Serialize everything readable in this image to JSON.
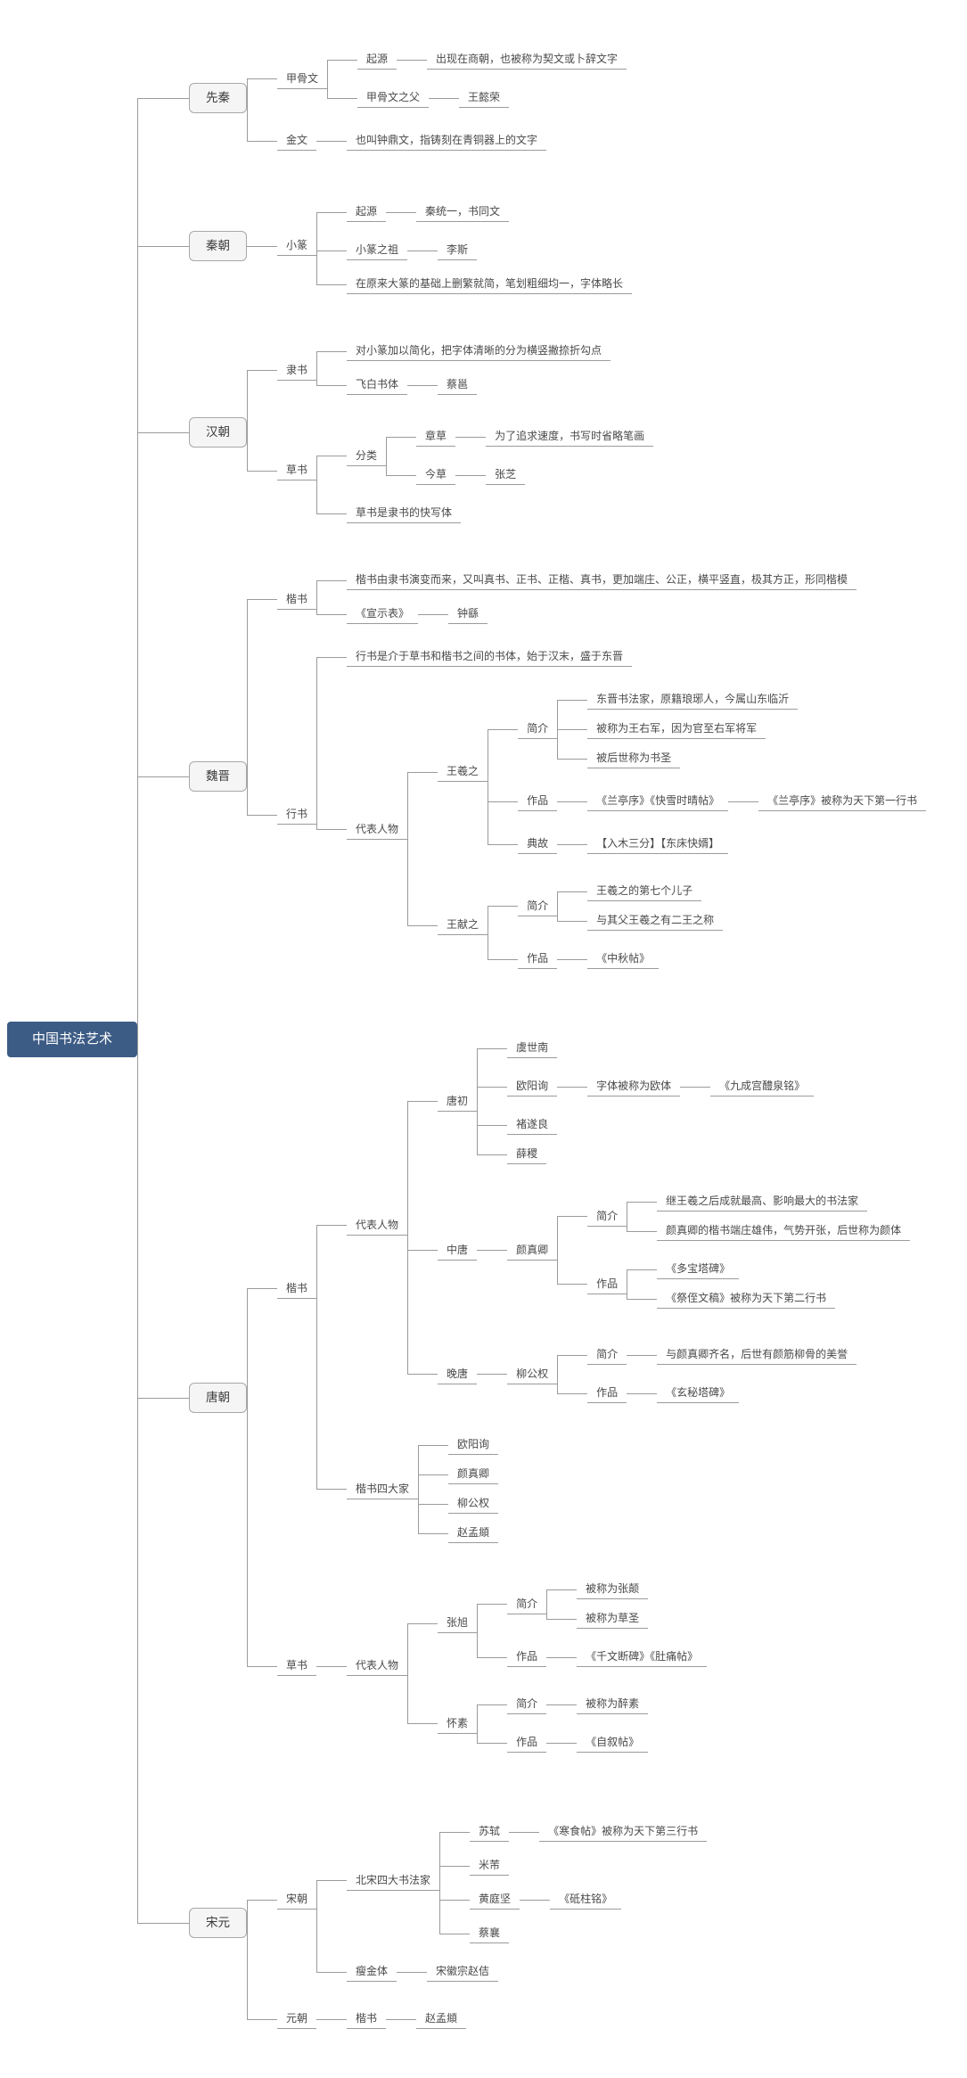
{
  "colors": {
    "root_bg": "#3d5c85",
    "root_text": "#ffffff",
    "period_bg": "#f5f5f5",
    "period_border": "#a8a8a8",
    "line": "#9b9b9b",
    "text": "#4a4a4a"
  },
  "root": {
    "label": "中国书法艺术",
    "style": "root",
    "children": [
      {
        "label": "先秦",
        "style": "period",
        "children": [
          {
            "label": "甲骨文",
            "children": [
              {
                "label": "起源",
                "children": [
                  {
                    "label": "出现在商朝，也被称为契文或卜辞文字"
                  }
                ]
              },
              {
                "label": "甲骨文之父",
                "children": [
                  {
                    "label": "王懿荣"
                  }
                ]
              }
            ]
          },
          {
            "label": "金文",
            "children": [
              {
                "label": "也叫钟鼎文，指铸刻在青铜器上的文字"
              }
            ]
          }
        ]
      },
      {
        "label": "秦朝",
        "style": "period",
        "children": [
          {
            "label": "小篆",
            "children": [
              {
                "label": "起源",
                "children": [
                  {
                    "label": "秦统一，书同文"
                  }
                ]
              },
              {
                "label": "小篆之祖",
                "children": [
                  {
                    "label": "李斯"
                  }
                ]
              },
              {
                "label": "在原来大篆的基础上删繁就简，笔划粗细均一，字体略长"
              }
            ]
          }
        ]
      },
      {
        "label": "汉朝",
        "style": "period",
        "children": [
          {
            "label": "隶书",
            "children": [
              {
                "label": "对小篆加以简化，把字体清晰的分为横竖撇捺折勾点"
              },
              {
                "label": "飞白书体",
                "children": [
                  {
                    "label": "蔡邕"
                  }
                ]
              }
            ]
          },
          {
            "label": "草书",
            "children": [
              {
                "label": "分类",
                "children": [
                  {
                    "label": "章草",
                    "children": [
                      {
                        "label": "为了追求速度，书写时省略笔画"
                      }
                    ]
                  },
                  {
                    "label": "今草",
                    "children": [
                      {
                        "label": "张芝"
                      }
                    ]
                  }
                ]
              },
              {
                "label": "草书是隶书的快写体"
              }
            ]
          }
        ]
      },
      {
        "label": "魏晋",
        "style": "period",
        "children": [
          {
            "label": "楷书",
            "children": [
              {
                "label": "楷书由隶书演变而来，又叫真书、正书、正楷、真书，更加端庄、公正，横平竖直，极其方正，形同楷模"
              },
              {
                "label": "《宣示表》",
                "children": [
                  {
                    "label": "钟繇"
                  }
                ]
              }
            ]
          },
          {
            "label": "行书",
            "children": [
              {
                "label": "行书是介于草书和楷书之间的书体，始于汉末，盛于东晋"
              },
              {
                "label": "代表人物",
                "children": [
                  {
                    "label": "王羲之",
                    "children": [
                      {
                        "label": "简介",
                        "children": [
                          {
                            "label": "东晋书法家，原籍琅琊人，今属山东临沂"
                          },
                          {
                            "label": "被称为王右军，因为官至右军将军"
                          },
                          {
                            "label": "被后世称为书圣"
                          }
                        ]
                      },
                      {
                        "label": "作品",
                        "children": [
                          {
                            "label": "《兰亭序》《快雪时晴帖》",
                            "children": [
                              {
                                "label": "《兰亭序》被称为天下第一行书"
                              }
                            ]
                          }
                        ]
                      },
                      {
                        "label": "典故",
                        "children": [
                          {
                            "label": "【入木三分】【东床快婿】"
                          }
                        ]
                      }
                    ]
                  },
                  {
                    "label": "王献之",
                    "children": [
                      {
                        "label": "简介",
                        "children": [
                          {
                            "label": "王羲之的第七个儿子"
                          },
                          {
                            "label": "与其父王羲之有二王之称"
                          }
                        ]
                      },
                      {
                        "label": "作品",
                        "children": [
                          {
                            "label": "《中秋帖》"
                          }
                        ]
                      }
                    ]
                  }
                ]
              }
            ]
          }
        ]
      },
      {
        "label": "唐朝",
        "style": "period",
        "children": [
          {
            "label": "楷书",
            "children": [
              {
                "label": "代表人物",
                "children": [
                  {
                    "label": "唐初",
                    "children": [
                      {
                        "label": "虞世南"
                      },
                      {
                        "label": "欧阳询",
                        "children": [
                          {
                            "label": "字体被称为欧体",
                            "children": [
                              {
                                "label": "《九成宫醴泉铭》"
                              }
                            ]
                          }
                        ]
                      },
                      {
                        "label": "褚遂良"
                      },
                      {
                        "label": "薛稷"
                      }
                    ]
                  },
                  {
                    "label": "中唐",
                    "children": [
                      {
                        "label": "颜真卿",
                        "children": [
                          {
                            "label": "简介",
                            "children": [
                              {
                                "label": "继王羲之后成就最高、影响最大的书法家"
                              },
                              {
                                "label": "颜真卿的楷书端庄雄伟，气势开张，后世称为颜体"
                              }
                            ]
                          },
                          {
                            "label": "作品",
                            "children": [
                              {
                                "label": "《多宝塔碑》"
                              },
                              {
                                "label": "《祭侄文稿》被称为天下第二行书"
                              }
                            ]
                          }
                        ]
                      }
                    ]
                  },
                  {
                    "label": "晚唐",
                    "children": [
                      {
                        "label": "柳公权",
                        "children": [
                          {
                            "label": "简介",
                            "children": [
                              {
                                "label": "与颜真卿齐名，后世有颜筋柳骨的美誉"
                              }
                            ]
                          },
                          {
                            "label": "作品",
                            "children": [
                              {
                                "label": "《玄秘塔碑》"
                              }
                            ]
                          }
                        ]
                      }
                    ]
                  }
                ]
              },
              {
                "label": "楷书四大家",
                "children": [
                  {
                    "label": "欧阳询"
                  },
                  {
                    "label": "颜真卿"
                  },
                  {
                    "label": "柳公权"
                  },
                  {
                    "label": "赵孟頫"
                  }
                ]
              }
            ]
          },
          {
            "label": "草书",
            "children": [
              {
                "label": "代表人物",
                "children": [
                  {
                    "label": "张旭",
                    "children": [
                      {
                        "label": "简介",
                        "children": [
                          {
                            "label": "被称为张颠"
                          },
                          {
                            "label": "被称为草圣"
                          }
                        ]
                      },
                      {
                        "label": "作品",
                        "children": [
                          {
                            "label": "《千文断碑》《肚痛帖》"
                          }
                        ]
                      }
                    ]
                  },
                  {
                    "label": "怀素",
                    "children": [
                      {
                        "label": "简介",
                        "children": [
                          {
                            "label": "被称为醉素"
                          }
                        ]
                      },
                      {
                        "label": "作品",
                        "children": [
                          {
                            "label": "《自叙帖》"
                          }
                        ]
                      }
                    ]
                  }
                ]
              }
            ]
          }
        ]
      },
      {
        "label": "宋元",
        "style": "period",
        "children": [
          {
            "label": "宋朝",
            "children": [
              {
                "label": "北宋四大书法家",
                "children": [
                  {
                    "label": "苏轼",
                    "children": [
                      {
                        "label": "《寒食帖》被称为天下第三行书"
                      }
                    ]
                  },
                  {
                    "label": "米芾"
                  },
                  {
                    "label": "黄庭坚",
                    "children": [
                      {
                        "label": "《砥柱铭》"
                      }
                    ]
                  },
                  {
                    "label": "蔡襄"
                  }
                ]
              },
              {
                "label": "瘦金体",
                "children": [
                  {
                    "label": "宋徽宗赵佶"
                  }
                ]
              }
            ]
          },
          {
            "label": "元朝",
            "children": [
              {
                "label": "楷书",
                "children": [
                  {
                    "label": "赵孟頫"
                  }
                ]
              }
            ]
          }
        ]
      }
    ]
  }
}
